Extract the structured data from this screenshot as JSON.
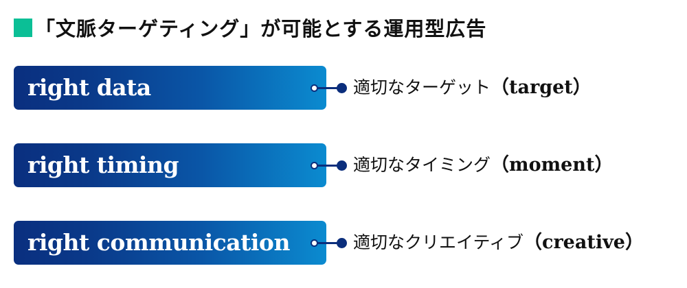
{
  "title": {
    "marker_color": "#0bbf96",
    "text": "「文脈ターゲティング」が可能とする運用型広告"
  },
  "rows": [
    {
      "label": "right data",
      "description_ja": "適切なターゲット",
      "description_en": "（target）"
    },
    {
      "label": "right timing",
      "description_ja": "適切なタイミング",
      "description_en": "（moment）"
    },
    {
      "label": "right communication",
      "description_ja": "適切なクリエイティブ",
      "description_en": "（creative）"
    }
  ],
  "colors": {
    "pill_gradient_start": "#0a2f7f",
    "pill_gradient_end": "#0b8bd0",
    "connector": "#0b2e7c"
  }
}
